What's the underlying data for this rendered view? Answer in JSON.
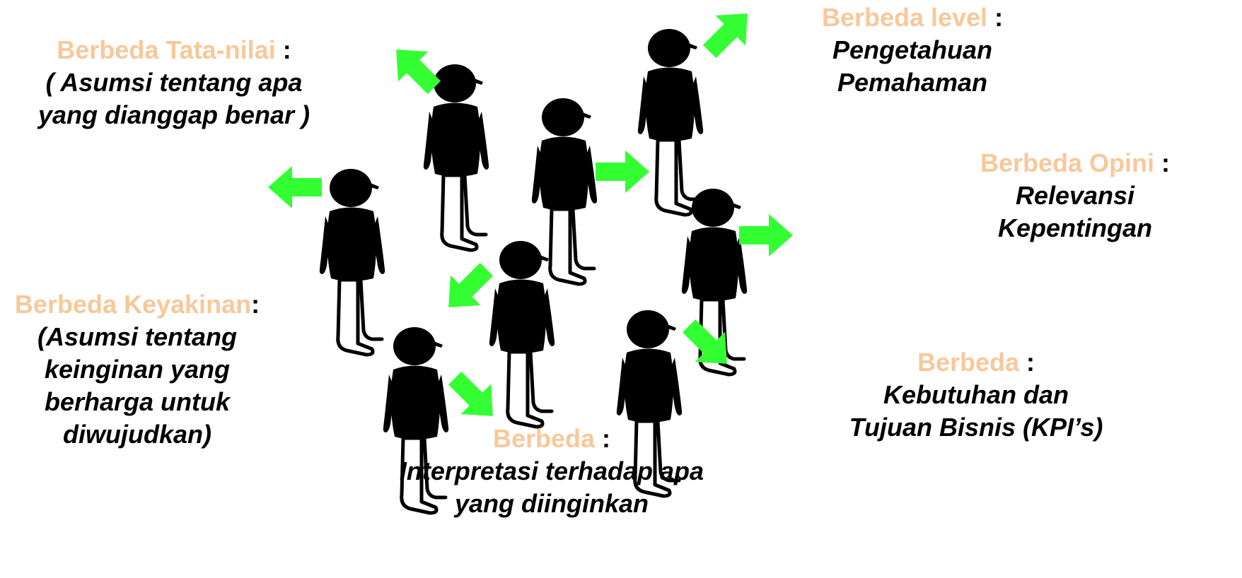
{
  "colors": {
    "heading": "#f8c89a",
    "text": "#000000",
    "arrow": "#33ff33",
    "figure": "#000000"
  },
  "icons": {
    "person": "person-icon",
    "arrow": "arrow-icon"
  },
  "labels": {
    "tata_nilai": {
      "heading": "Berbeda Tata-nilai",
      "colon": " :",
      "lines": [
        "( Asumsi tentang apa",
        "yang dianggap benar )"
      ]
    },
    "level": {
      "heading": "Berbeda level",
      "colon": " :",
      "lines": [
        "Pengetahuan",
        "Pemahaman"
      ]
    },
    "opini": {
      "heading": "Berbeda Opini",
      "colon": " :",
      "lines": [
        "Relevansi",
        "Kepentingan"
      ]
    },
    "keyakinan": {
      "heading": "Berbeda Keyakinan",
      "colon": ":",
      "lines": [
        "(Asumsi tentang",
        "keinginan yang",
        "berharga untuk",
        "diwujudkan)"
      ]
    },
    "kebutuhan": {
      "heading": "Berbeda",
      "colon": " :",
      "lines": [
        "Kebutuhan dan",
        "Tujuan Bisnis (KPI’s)"
      ]
    },
    "interpretasi": {
      "heading": "Berbeda",
      "colon": " :",
      "lines": [
        "Interpretasi terhadap apa",
        "yang diinginkan"
      ]
    }
  }
}
